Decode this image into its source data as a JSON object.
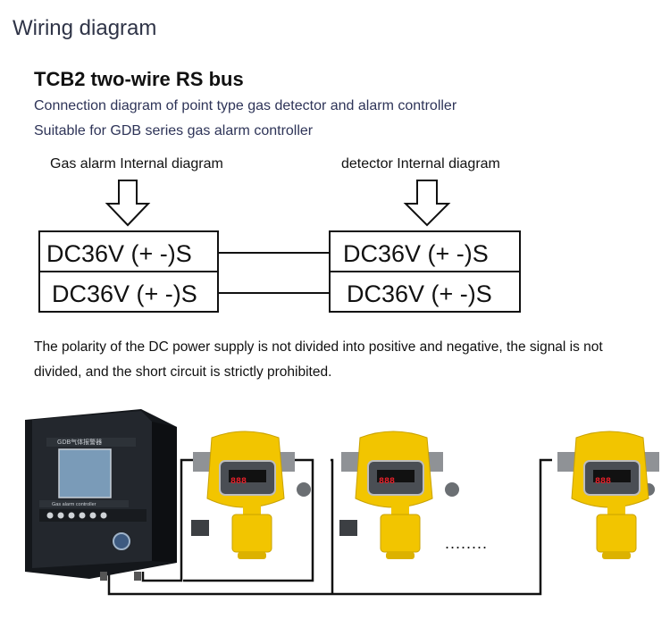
{
  "section_title": "Wiring diagram",
  "main_title": "TCB2 two-wire RS bus",
  "subtitle_1": "Connection diagram of point type gas detector and alarm controller",
  "subtitle_2": "Suitable for GDB series gas alarm controller",
  "left_label": "Gas alarm Internal diagram",
  "right_label": "detector Internal diagram",
  "terminals": {
    "left_top": "DC36V (+ -)S",
    "left_bottom": "DC36V (+ -)S",
    "right_top": "DC36V (+ -)S",
    "right_bottom": "DC36V (+ -)S"
  },
  "note": "The polarity of the DC power supply is not divided into positive and negative, the signal is not divided, and the short circuit is strictly prohibited.",
  "controller": {
    "brand_text": "GDB气体报警器",
    "panel_label": "Gas alarm controller"
  },
  "detectors": [
    {
      "display": "888"
    },
    {
      "display": "888"
    },
    {
      "display": "888"
    }
  ],
  "ellipsis": "........",
  "colors": {
    "detector_yellow": "#f2c500",
    "controller_body": "#1e2228",
    "screen": "#7a9bb8",
    "display_red": "#e8202a"
  }
}
